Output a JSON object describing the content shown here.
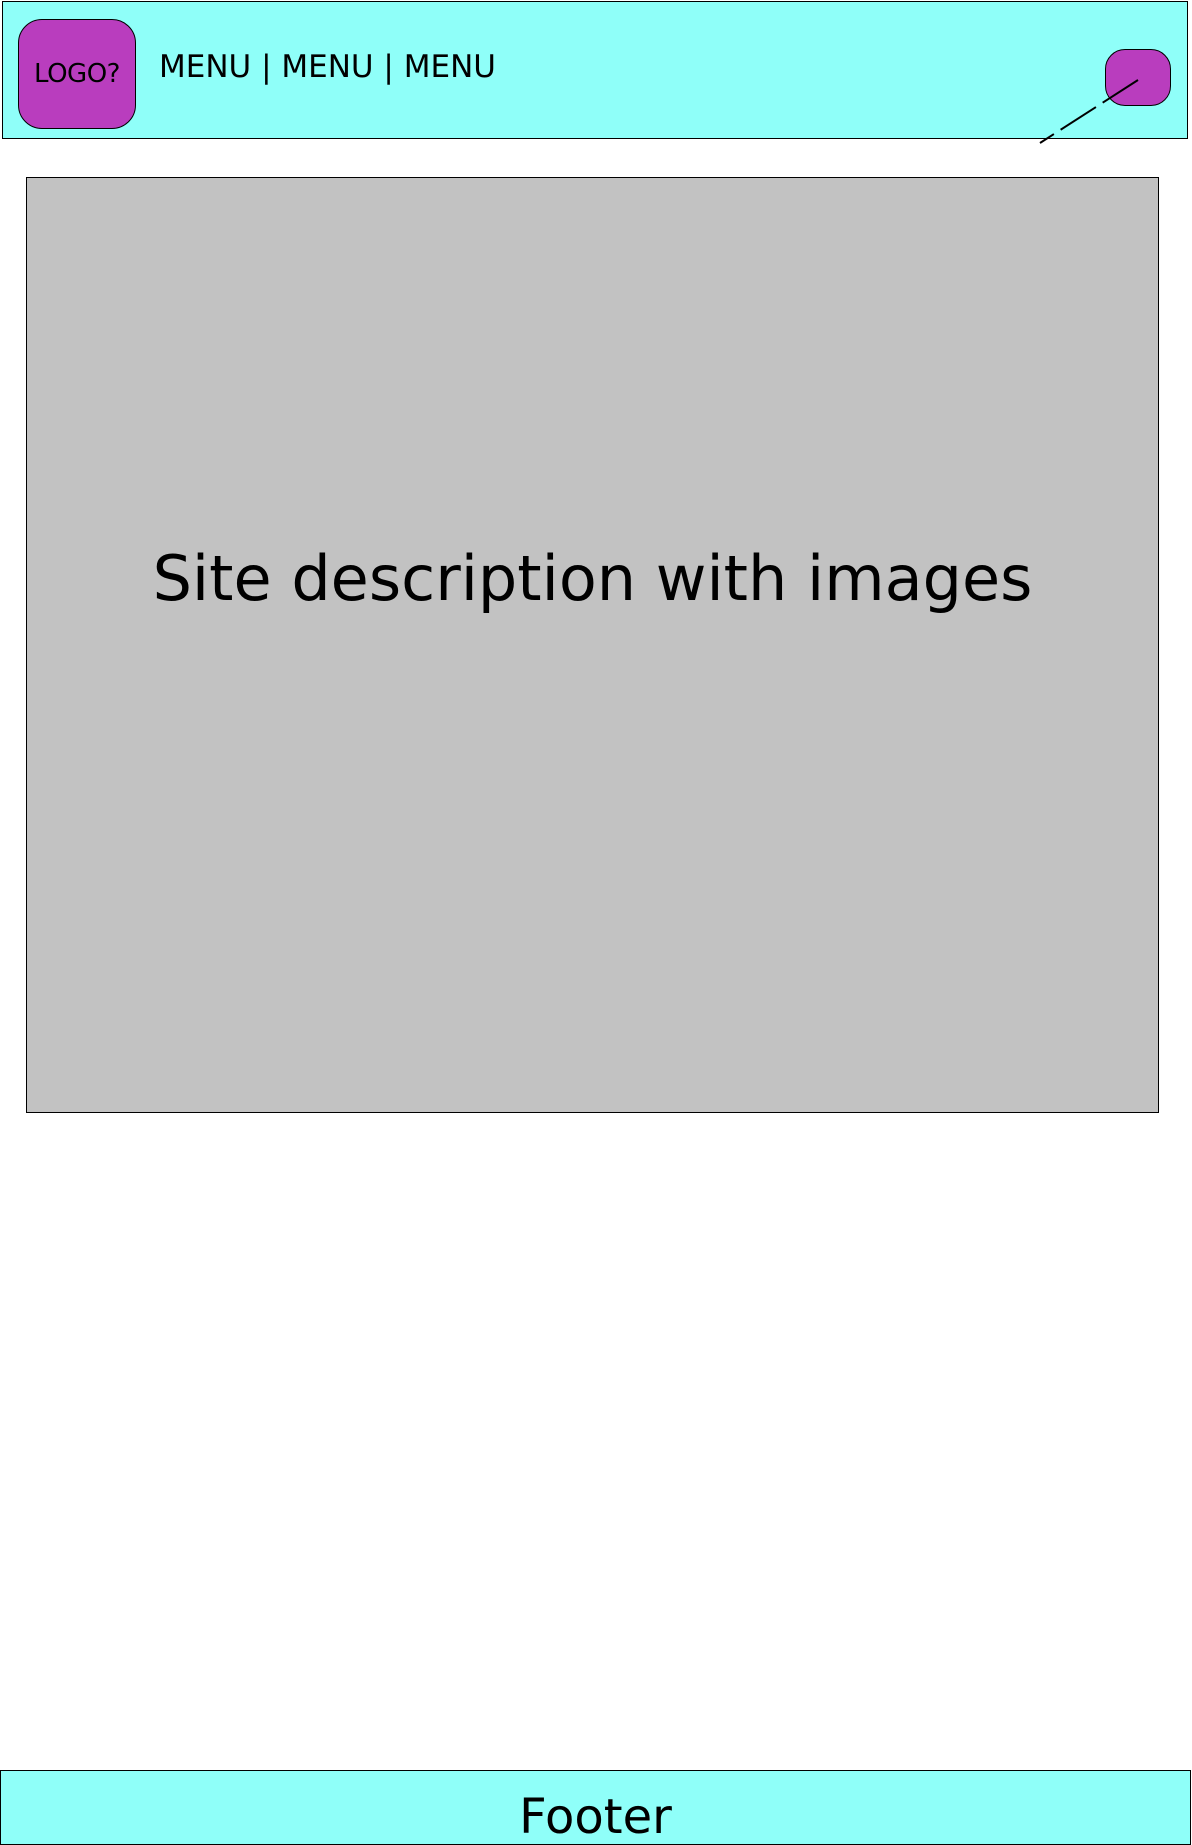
{
  "header": {
    "logo_label": "LOGO?",
    "menu_label": "MENU | MENU | MENU"
  },
  "main": {
    "description": "Site description with images"
  },
  "footer": {
    "label": "Footer"
  },
  "colors": {
    "header_bg": "#8ffff9",
    "footer_bg": "#8ffff9",
    "accent": "#b93dbe",
    "panel_bg": "#c2c2c2",
    "border": "#000000"
  }
}
